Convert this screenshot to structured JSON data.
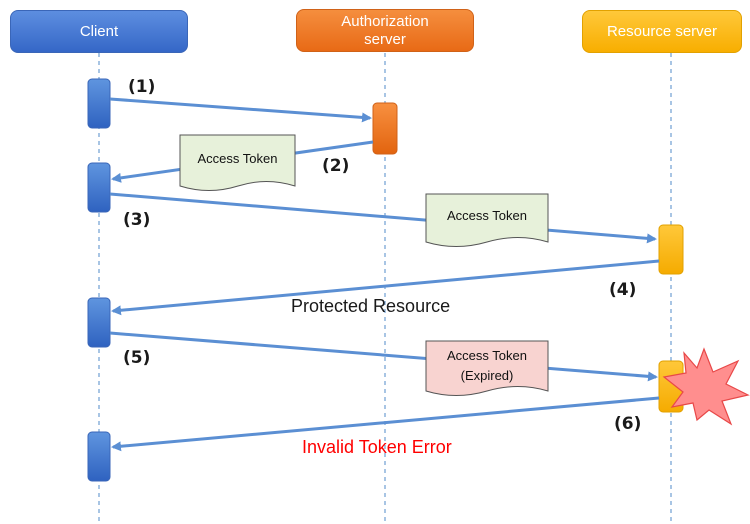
{
  "actors": {
    "client": "Client",
    "authorization_server": "Authorization\nserver",
    "resource_server": "Resource server"
  },
  "steps": {
    "s1": "(1)",
    "s2": "(2)",
    "s3": "(3)",
    "s4": "(4)",
    "s5": "(5)",
    "s6": "(6)"
  },
  "tokens": {
    "token1": "Access Token",
    "token2": "Access Token",
    "token3_line1": "Access Token",
    "token3_line2": "(Expired)"
  },
  "messages": {
    "protected_resource": "Protected Resource",
    "invalid_token_error": "Invalid Token Error"
  },
  "colors": {
    "client": "#3a70cf",
    "authorization_server": "#ef7a24",
    "resource_server": "#f9b700",
    "arrow": "#5b8fd3",
    "token_valid": "#e7f1da",
    "token_expired": "#f8d3d0",
    "error_text": "#ff0000",
    "burst": "#ff8e8e"
  }
}
